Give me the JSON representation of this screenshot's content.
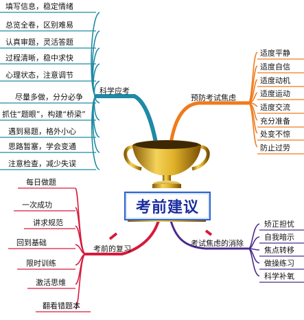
{
  "title": "考前建议",
  "colors": {
    "teal": "#1f8aa5",
    "orange": "#f07a1a",
    "red": "#d61a3c",
    "purple": "#4b2a8c",
    "trophy_gold": "#c89a18",
    "title_text": "#1a2e9e"
  },
  "branches": {
    "science": {
      "label": "科学应考",
      "items": [
        "填写信息，稳定情绪",
        "总览全卷，区别难易",
        "认真审题，灵活答题",
        "过程清晰，稳中求快",
        "心理状态，注意调节",
        "尽量多做，分分必争",
        "抓住“题眼”，构建“桥梁”",
        "遇到易题，格外小心",
        "思路暂塞，学会变通",
        "注意检查，减少失误"
      ]
    },
    "anxiety_prevention": {
      "label": "预防考试焦虑",
      "items": [
        "适度平静",
        "适度自信",
        "适度动机",
        "适度运动",
        "适度交流",
        "充分准备",
        "处变不惊",
        "防止过劳"
      ]
    },
    "review": {
      "label": "考前的复习",
      "items": [
        "每日做题",
        "一次成功",
        "讲求规范",
        "回到基础",
        "限时训练",
        "激活思维",
        "翻看错题本"
      ]
    },
    "anxiety_relief": {
      "label": "考试焦虑的消除",
      "items": [
        "矫正担忧",
        "自我暗示",
        "焦点转移",
        "做操练习",
        "科学补氧"
      ]
    }
  }
}
